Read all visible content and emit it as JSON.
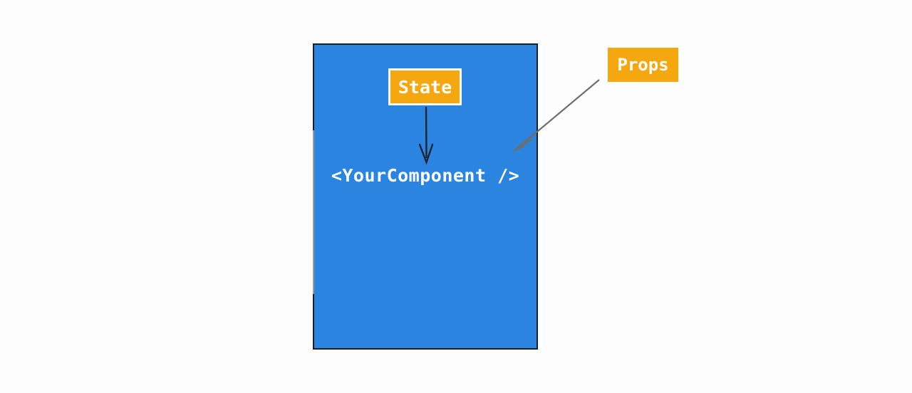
{
  "diagram": {
    "title": "React component state and props diagram",
    "background_color": "#fdfdfd",
    "component": {
      "label": "<YourComponent />",
      "fill_color": "#2b85e0",
      "border_color": "#1b1f2b",
      "text_color": "#ffffff"
    },
    "nodes": [
      {
        "id": "state",
        "label": "State",
        "fill_color": "#f5a710",
        "text_color": "#ffffff",
        "border_color": "#ffffff",
        "placement": "inside-component-top"
      },
      {
        "id": "props",
        "label": "Props",
        "fill_color": "#f5a710",
        "text_color": "#ffffff",
        "border_color": "none",
        "placement": "outside-component-right"
      }
    ],
    "connectors": [
      {
        "id": "state-to-component",
        "from": "state",
        "to": "component",
        "style": "straight-arrow",
        "color": "#1b2330",
        "direction": "down"
      },
      {
        "id": "props-to-component",
        "from": "props",
        "to": "component",
        "style": "straight-arrow",
        "color": "#6e6e6e",
        "direction": "down-left"
      }
    ]
  }
}
